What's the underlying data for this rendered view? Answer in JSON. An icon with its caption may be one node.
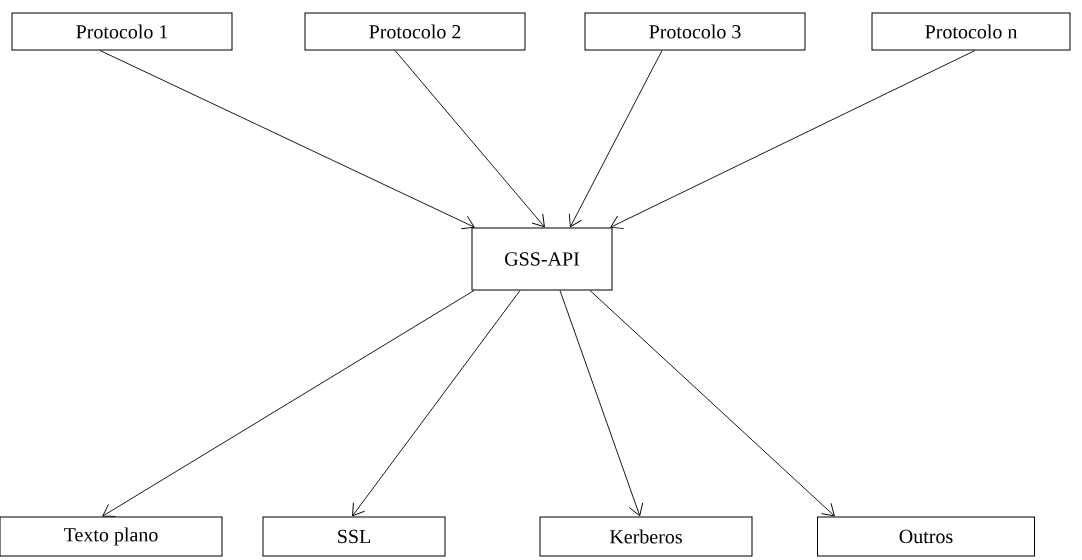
{
  "diagram": {
    "nodes": [
      {
        "text": [
          "Protocolo 1"
        ]
      },
      {
        "text": [
          "Protocolo 2"
        ]
      },
      {
        "text": [
          "Protocolo 3"
        ]
      },
      {
        "text": [
          "Protocolo n"
        ]
      },
      {
        "text": [
          "GSS-API"
        ]
      },
      {
        "text": [
          "Texto plano"
        ]
      },
      {
        "text": [
          "SSL"
        ]
      },
      {
        "text": [
          "Kerberos"
        ]
      },
      {
        "text": [
          "Outros"
        ]
      }
    ],
    "edges": [
      {
        "from": 0,
        "to": 4,
        "arrow": "to"
      },
      {
        "from": 1,
        "to": 4,
        "arrow": "to"
      },
      {
        "from": 2,
        "to": 4,
        "arrow": "to"
      },
      {
        "from": 3,
        "to": 4,
        "arrow": "to"
      },
      {
        "from": 4,
        "to": 5,
        "arrow": "to"
      },
      {
        "from": 4,
        "to": 6,
        "arrow": "to"
      },
      {
        "from": 4,
        "to": 7,
        "arrow": "to"
      },
      {
        "from": 4,
        "to": 8,
        "arrow": "to"
      }
    ]
  }
}
